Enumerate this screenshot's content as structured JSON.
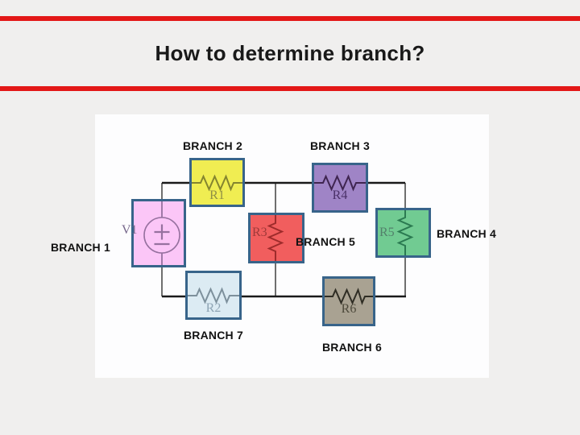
{
  "slide": {
    "title": "How to determine branch?"
  },
  "colors": {
    "divider": "#e31717",
    "slide_bg": "#f0efee",
    "panel_bg": "#fdfdfe",
    "box_border": "#38648a",
    "wire_main": "#1a1a1a",
    "wire_node": "#6f6f6f"
  },
  "circuit": {
    "branch_labels": [
      {
        "text": "BRANCH 1"
      },
      {
        "text": "BRANCH 2"
      },
      {
        "text": "BRANCH 3"
      },
      {
        "text": "BRANCH 4"
      },
      {
        "text": "BRANCH 5"
      },
      {
        "text": "BRANCH 6"
      },
      {
        "text": "BRANCH 7"
      }
    ],
    "components": {
      "v1": {
        "label": "V1",
        "type": "voltage-source",
        "fill": "#fbc6f7",
        "ink": "#96719f",
        "label_color": "#77688c"
      },
      "r1": {
        "label": "R1",
        "type": "resistor",
        "fill": "#f0ed52",
        "ink": "#84842f",
        "label_color": "#8f8f45"
      },
      "r2": {
        "label": "R2",
        "type": "resistor",
        "fill": "#dcebf3",
        "ink": "#7d909c",
        "label_color": "#8fa5b5"
      },
      "r3": {
        "label": "R3",
        "type": "resistor",
        "fill": "#f15e5e",
        "ink": "#9e2b2b",
        "label_color": "#a03a3a"
      },
      "r4": {
        "label": "R4",
        "type": "resistor",
        "fill": "#9f84c6",
        "ink": "#3f2550",
        "label_color": "#4a3168"
      },
      "r5": {
        "label": "R5",
        "type": "resistor",
        "fill": "#71cb92",
        "ink": "#2b7a51",
        "label_color": "#53806b"
      },
      "r6": {
        "label": "R6",
        "type": "resistor",
        "fill": "#a9a292",
        "ink": "#2f2d24",
        "label_color": "#4e4a3c"
      }
    }
  }
}
